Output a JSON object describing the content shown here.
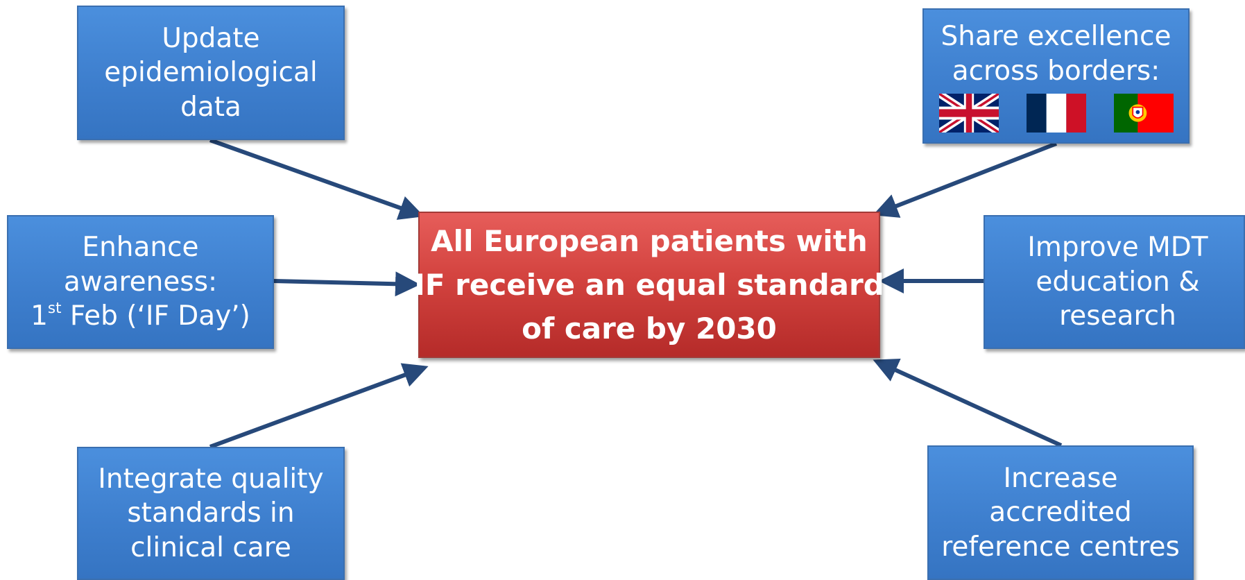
{
  "center": {
    "lines": [
      "All European patients with",
      "IF receive an equal standard",
      "of care by 2030"
    ]
  },
  "boxes": {
    "update_data": {
      "lines": [
        "Update",
        "epidemiological",
        "data"
      ]
    },
    "awareness": {
      "lines": [
        "Enhance",
        "awareness:"
      ],
      "date_day": "1",
      "date_sup": "st",
      "date_rest": " Feb (‘IF Day’)"
    },
    "quality_standards": {
      "lines": [
        "Integrate quality",
        "standards in",
        "clinical care"
      ]
    },
    "share_excellence": {
      "lines": [
        "Share excellence",
        "across borders:"
      ],
      "flags": [
        "uk-flag-icon",
        "france-flag-icon",
        "portugal-flag-icon"
      ]
    },
    "mdt_education": {
      "lines": [
        "Improve MDT",
        "education &",
        "research"
      ]
    },
    "reference_centres": {
      "lines": [
        "Increase",
        "accredited",
        "reference centres"
      ]
    }
  },
  "colors": {
    "box_blue": "#4284d4",
    "center_red": "#d3433f",
    "arrow": "#27497a",
    "text": "#ffffff"
  }
}
